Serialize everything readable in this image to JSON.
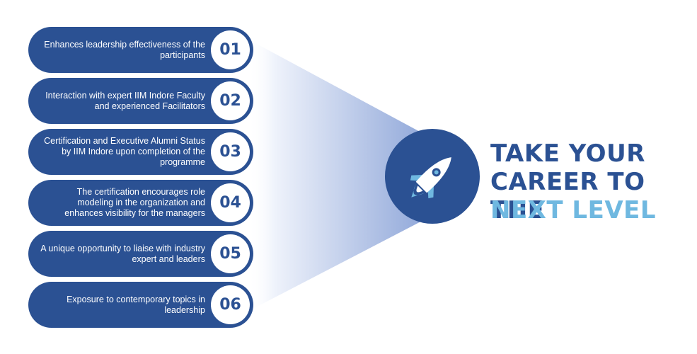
{
  "benefits": [
    {
      "number": "01",
      "text": "Enhances leadership effectiveness of the participants"
    },
    {
      "number": "02",
      "text": "Interaction with expert IIM Indore Faculty and experienced Facilitators"
    },
    {
      "number": "03",
      "text": "Certification and Executive Alumni Status by IIM Indore upon completion of the programme"
    },
    {
      "number": "04",
      "text": "The certification encourages role modeling in the organization and enhances visibility for the managers"
    },
    {
      "number": "05",
      "text": "A unique opportunity to liaise with industry expert and leaders"
    },
    {
      "number": "06",
      "text": "Exposure to contemporary topics in leadership"
    }
  ],
  "headline": {
    "line1": "TAKE YOUR",
    "line2": "CAREER TO THE",
    "line3": "NEXT LEVEL"
  },
  "colors": {
    "primary": "#2b5193",
    "accent": "#6fb8e0",
    "white": "#ffffff"
  },
  "icons": {
    "center": "rocket-icon"
  }
}
